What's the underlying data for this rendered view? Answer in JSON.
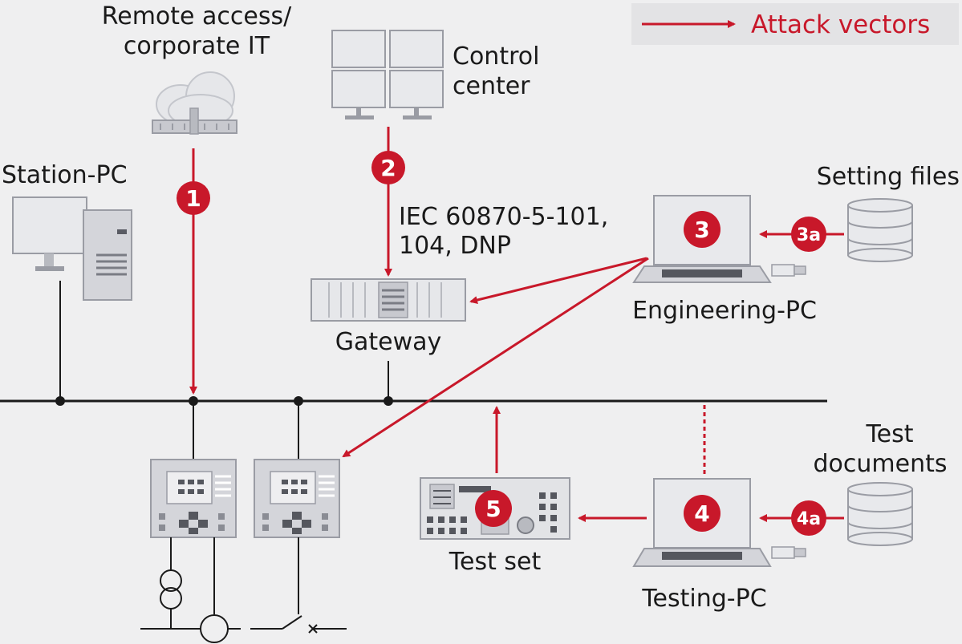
{
  "legend": {
    "label": "Attack vectors"
  },
  "nodes": {
    "remote_access": {
      "line1": "Remote access/",
      "line2": "corporate IT"
    },
    "control_center": {
      "line1": "Control",
      "line2": "center"
    },
    "station_pc": {
      "label": "Station-PC"
    },
    "setting_files": {
      "label": "Setting files"
    },
    "protocol": {
      "line1": "IEC 60870-5-101,",
      "line2": "104, DNP"
    },
    "gateway": {
      "label": "Gateway"
    },
    "engineering_pc": {
      "label": "Engineering-PC"
    },
    "test_documents": {
      "line1": "Test",
      "line2": "documents"
    },
    "test_set": {
      "label": "Test set"
    },
    "testing_pc": {
      "label": "Testing-PC"
    }
  },
  "badges": {
    "b1": "1",
    "b2": "2",
    "b3": "3",
    "b3a": "3a",
    "b4": "4",
    "b4a": "4a",
    "b5": "5"
  },
  "colors": {
    "attack": "#c8182a",
    "bus": "#1a1a1a",
    "device_fill": "#dcdde2",
    "device_stroke": "#9a9ca4",
    "background": "#efeff0"
  }
}
